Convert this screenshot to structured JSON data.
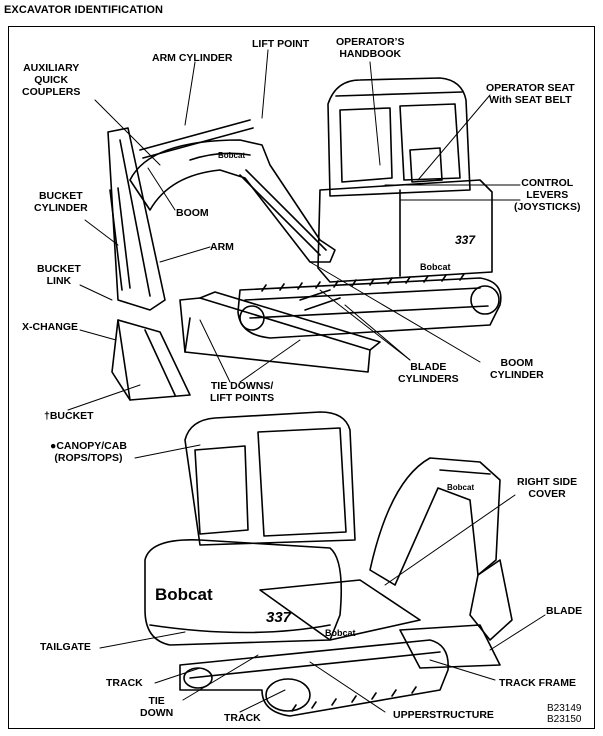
{
  "title": "EXCAVATOR IDENTIFICATION",
  "labels": {
    "auxiliary_quick_couplers": "AUXILIARY\nQUICK\nCOUPLERS",
    "arm_cylinder": "ARM CYLINDER",
    "lift_point": "LIFT POINT",
    "operators_handbook": "OPERATOR’S\nHANDBOOK",
    "operator_seat": "OPERATOR SEAT\nWith SEAT BELT",
    "control_levers": "CONTROL\nLEVERS\n(JOYSTICKS)",
    "bucket_cylinder": "BUCKET\nCYLINDER",
    "boom": "BOOM",
    "arm": "ARM",
    "bucket_link": "BUCKET\nLINK",
    "x_change": "X-CHANGE",
    "tie_downs_lift_points": "TIE DOWNS/\nLIFT POINTS",
    "blade_cylinders": "BLADE\nCYLINDERS",
    "boom_cylinder": "BOOM\nCYLINDER",
    "bucket": "†BUCKET",
    "canopy_cab": "●CANOPY/CAB\n(ROPS/TOPS)",
    "right_side_cover": "RIGHT SIDE\nCOVER",
    "blade": "BLADE",
    "tailgate": "TAILGATE",
    "track_1": "TRACK",
    "tie_down": "TIE\nDOWN",
    "track_2": "TRACK",
    "upperstructure": "UPPERSTRUCTURE",
    "track_frame": "TRACK FRAME"
  },
  "figure_codes": "B23149\nB23150",
  "machine_text": {
    "brand": "Bobcat",
    "model": "337"
  },
  "colors": {
    "ink": "#000000",
    "paper": "#ffffff"
  }
}
